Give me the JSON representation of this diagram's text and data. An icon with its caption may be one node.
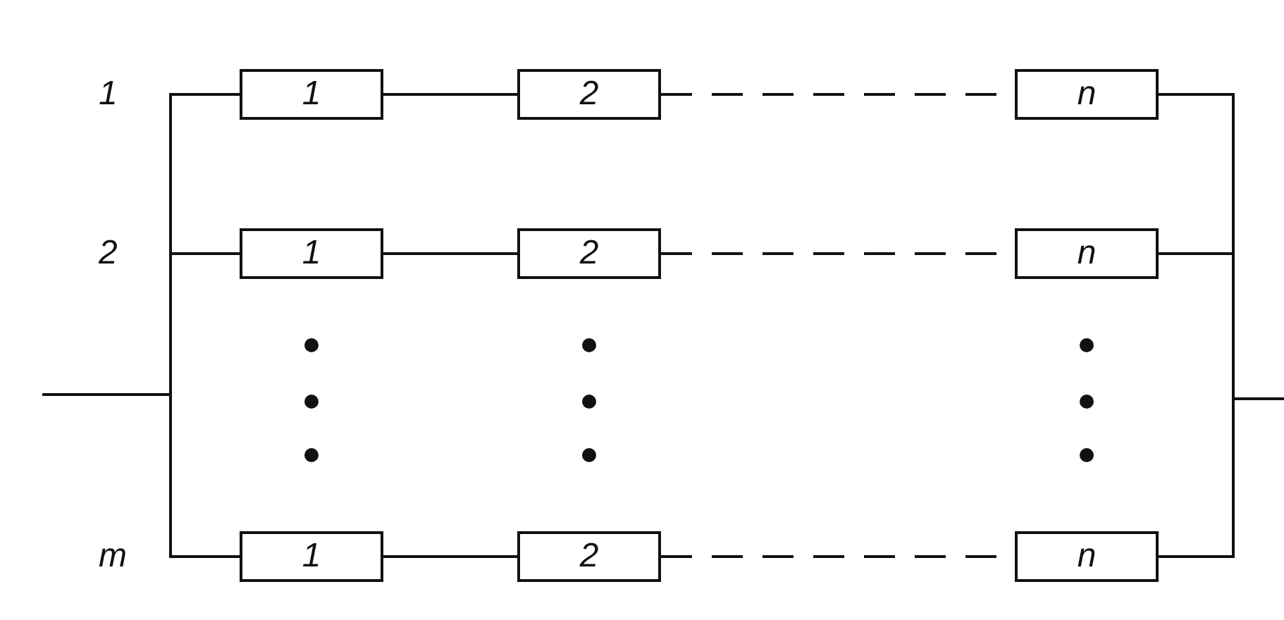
{
  "diagram": {
    "nodes": [
      {
        "text": [
          "1"
        ]
      },
      {
        "text": [
          "2"
        ]
      },
      {
        "text": [
          "n"
        ]
      },
      {
        "text": [
          "1"
        ]
      },
      {
        "text": [
          "2"
        ]
      },
      {
        "text": [
          "n"
        ]
      },
      {
        "text": [
          "1"
        ]
      },
      {
        "text": [
          "2"
        ]
      },
      {
        "text": [
          "n"
        ]
      }
    ],
    "edges": [
      {
        "from": null,
        "to": 0,
        "arrow": "none"
      },
      {
        "from": 0,
        "to": 1,
        "arrow": "none"
      },
      {
        "from": 1,
        "to": 2,
        "arrow": "none",
        "style": "dashed"
      },
      {
        "from": 2,
        "to": null,
        "arrow": "none"
      },
      {
        "from": null,
        "to": 3,
        "arrow": "none"
      },
      {
        "from": 3,
        "to": 4,
        "arrow": "none"
      },
      {
        "from": 4,
        "to": 5,
        "arrow": "none",
        "style": "dashed"
      },
      {
        "from": 5,
        "to": null,
        "arrow": "none"
      },
      {
        "from": null,
        "to": 6,
        "arrow": "none"
      },
      {
        "from": 6,
        "to": 7,
        "arrow": "none"
      },
      {
        "from": 7,
        "to": 8,
        "arrow": "none",
        "style": "dashed"
      },
      {
        "from": 8,
        "to": null,
        "arrow": "none"
      }
    ],
    "labels": [
      "1",
      "2",
      "m"
    ]
  }
}
